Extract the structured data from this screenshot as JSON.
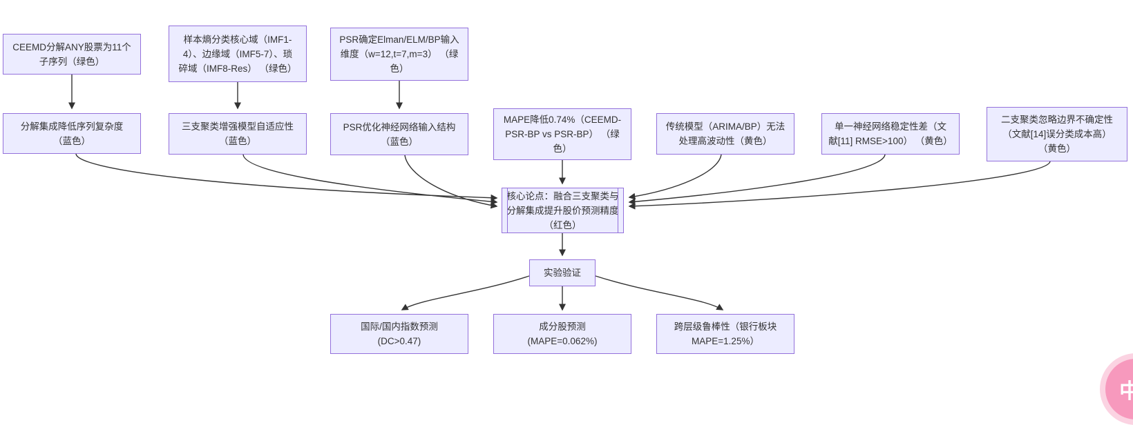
{
  "colors": {
    "node_fill": "#ECECFF",
    "node_border": "#9370DB",
    "edge": "#333333",
    "text": "#333333",
    "badge_ring": "#FBD3E2",
    "badge_fill": "#F799BD",
    "badge_text": "#FFFFFF"
  },
  "nodes": {
    "ceemd": {
      "label": "CEEMD分解ANY股票为11个\n子序列（绿色）"
    },
    "entropy": {
      "label": "样本熵分类核心域（IMF1-\n4）、边缘域（IMF5-7）、琐\n碎域（IMF8-Res） （绿色）"
    },
    "psr_dim": {
      "label": "PSR确定Elman/ELM/BP输入\n维度（w=12,t=7,m=3） （绿\n色）"
    },
    "decomp": {
      "label": "分解集成降低序列复杂度\n（蓝色）"
    },
    "threeway": {
      "label": "三支聚类增强模型自适应性\n（蓝色）"
    },
    "psr_struct": {
      "label": "PSR优化神经网络输入结构\n（蓝色）"
    },
    "mape": {
      "label": "MAPE降低0.74%（CEEMD-\nPSR-BP vs PSR-BP） （绿\n色）"
    },
    "traditional": {
      "label": "传统模型（ARIMA/BP）无法\n处理高波动性（黄色）"
    },
    "single_nn": {
      "label": "单一神经网络稳定性差（文\n献[11] RMSE>100） （黄色）"
    },
    "twoway": {
      "label": "二支聚类忽略边界不确定性\n（文献[14]误分类成本高）\n（黄色）"
    },
    "core": {
      "label": "核心论点：融合三支聚类与\n分解集成提升股价预测精度\n（红色）"
    },
    "experiment": {
      "label": "实验验证"
    },
    "index_pred": {
      "label": "国际/国内指数预测\n(DC>0.47)"
    },
    "stock_pred": {
      "label": "成分股预测\n(MAPE=0.062%)"
    },
    "robustness": {
      "label": "跨层级鲁棒性（银行板块\nMAPE=1.25%）"
    }
  },
  "badge": {
    "label": "中A"
  }
}
